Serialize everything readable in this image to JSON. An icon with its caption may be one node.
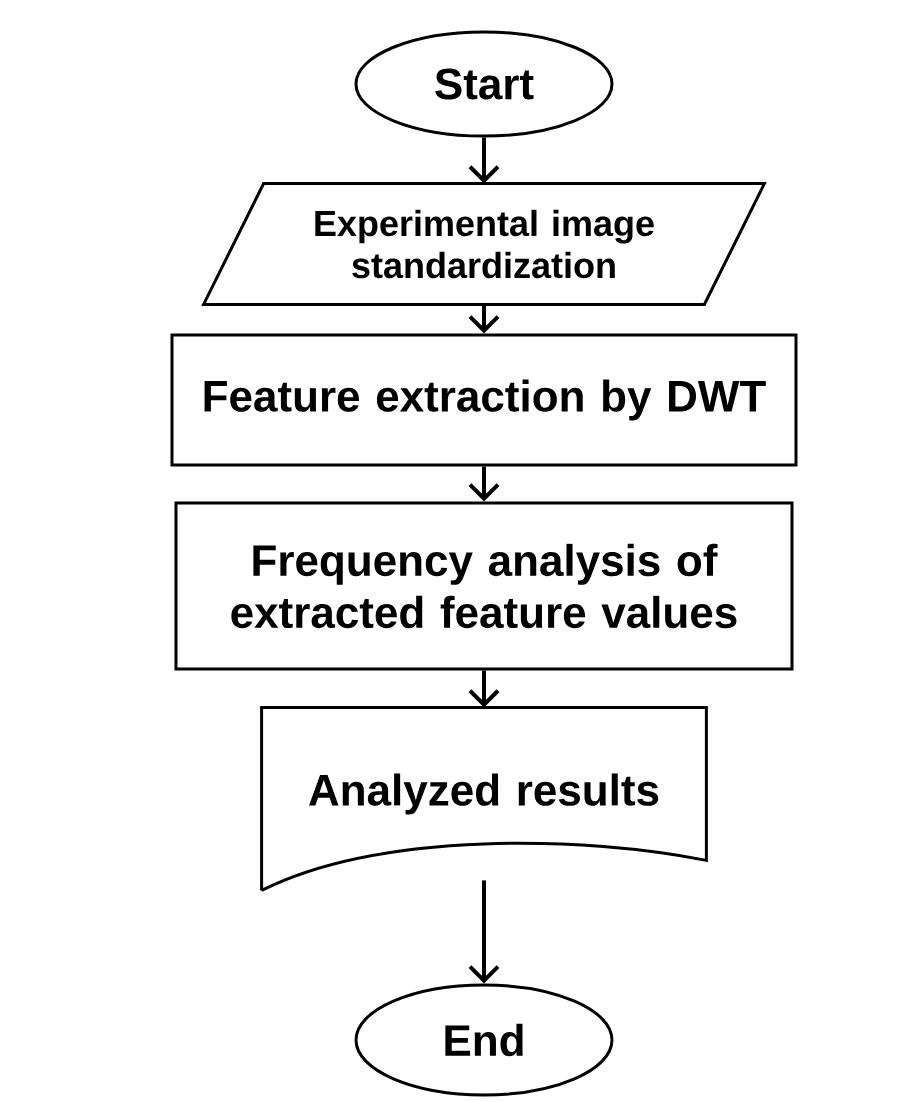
{
  "diagram": {
    "nodes": [
      {
        "text": [
          "Start"
        ]
      },
      {
        "text": [
          "Experimental image standardization"
        ]
      },
      {
        "text": [
          "Feature extraction by DWT"
        ]
      },
      {
        "text": [
          "Frequency analysis of extracted feature values"
        ]
      },
      {
        "text": [
          "Analyzed results"
        ]
      },
      {
        "text": [
          "End"
        ]
      }
    ],
    "edges": [
      {
        "from": 0,
        "to": 1,
        "arrow": "to"
      },
      {
        "from": 1,
        "to": 2,
        "arrow": "to"
      },
      {
        "from": 2,
        "to": 3,
        "arrow": "to"
      },
      {
        "from": 3,
        "to": 4,
        "arrow": "to"
      },
      {
        "from": 4,
        "to": 5,
        "arrow": "to"
      }
    ]
  }
}
